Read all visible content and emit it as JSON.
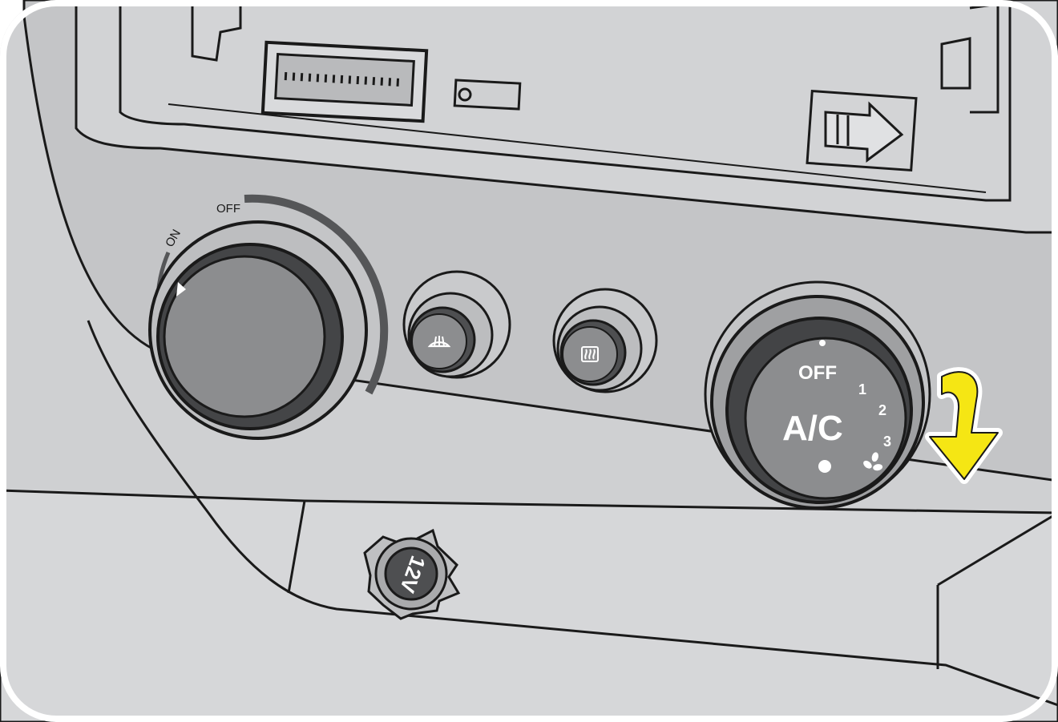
{
  "illustration": {
    "power_dial": {
      "label_on": "ON",
      "label_off": "OFF"
    },
    "front_defrost_button": {
      "icon": "front-defrost-icon"
    },
    "rear_defrost_button": {
      "icon": "rear-defrost-icon"
    },
    "ac_dial": {
      "main_label": "A/C",
      "off_label": "OFF",
      "speed_labels": [
        "1",
        "2",
        "3"
      ],
      "fan_icon": "fan-icon"
    },
    "power_outlet": {
      "label": "12V"
    },
    "turn_arrow": {
      "icon": "turn-clockwise-arrow-icon",
      "color": "#f5e614"
    },
    "colors": {
      "panel": "#c9cacc",
      "panel_light": "#d6d7d9",
      "knob": "#8c8d8f",
      "knob_dark": "#4e4f51",
      "outline": "#1a1a1a",
      "arrow": "#f5e614"
    }
  }
}
